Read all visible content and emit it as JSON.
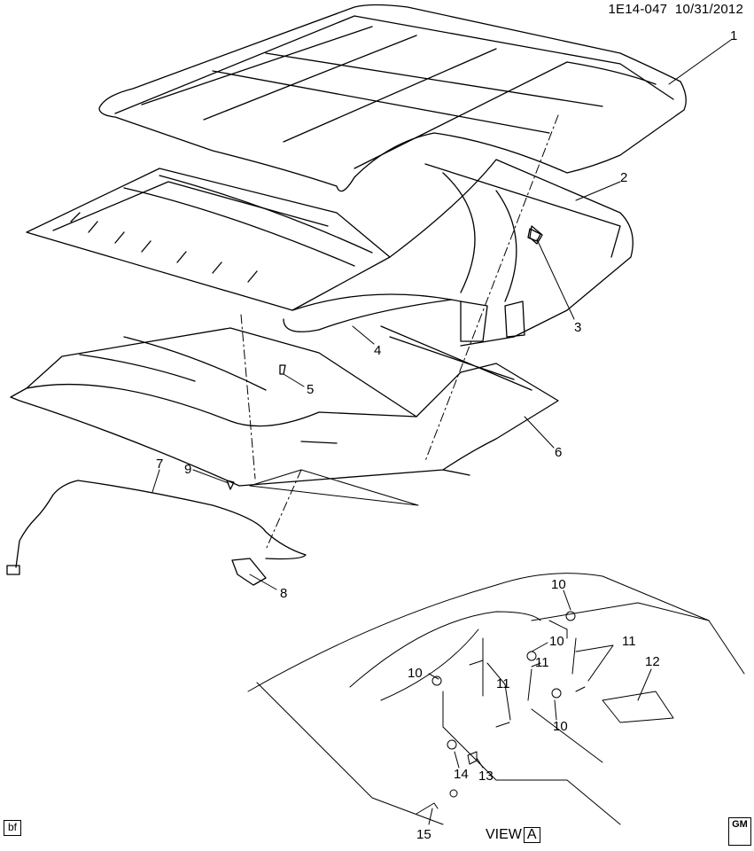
{
  "header": {
    "code": "1E14-047",
    "date": "10/31/2012"
  },
  "callouts": {
    "c1": "1",
    "c2": "2",
    "c3": "3",
    "c4": "4",
    "c5": "5",
    "c6": "6",
    "c7": "7",
    "c8": "8",
    "c9": "9",
    "c10a": "10",
    "c10b": "10",
    "c10c": "10",
    "c10d": "10",
    "c11a": "11",
    "c11b": "11",
    "c11c": "11",
    "c12": "12",
    "c13": "13",
    "c14": "14",
    "c15": "15"
  },
  "footer": {
    "bf_label": "bf",
    "view_label": "VIEW",
    "view_letter": "A",
    "gm_label": "GM"
  }
}
